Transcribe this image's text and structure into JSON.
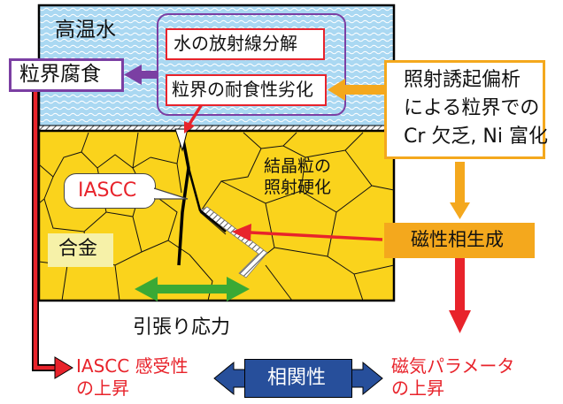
{
  "water": {
    "label": "高温水"
  },
  "grain_boundary_corrosion": {
    "label": "粒界腐食"
  },
  "water_processes": {
    "radiolysis": "水の放射線分解",
    "degradation": "粒界の耐食性劣化"
  },
  "riseg": {
    "lines": [
      "照射誘起偏析",
      "による粒界での",
      "Cr 欠乏, Ni 富化"
    ]
  },
  "alloy": {
    "iascc": "IASCC",
    "label": "合金",
    "hardening": [
      "結晶粒の",
      "照射硬化"
    ]
  },
  "magnetic_phase": {
    "label": "磁性相生成"
  },
  "tensile_stress": {
    "label": "引張り応力"
  },
  "bottom": {
    "sensitivity": [
      "IASCC 感受性",
      "の上昇"
    ],
    "correlation": "相関性",
    "magnetic_param": [
      "磁気パラメータ",
      "の上昇"
    ]
  },
  "colors": {
    "water_blue": "#aad8f2",
    "alloy_yellow": "#fad31c",
    "red": "#e8232b",
    "purple": "#7b3fa3",
    "orange": "#f4a81d",
    "dark_blue": "#274f9b",
    "green": "#3aa935"
  }
}
